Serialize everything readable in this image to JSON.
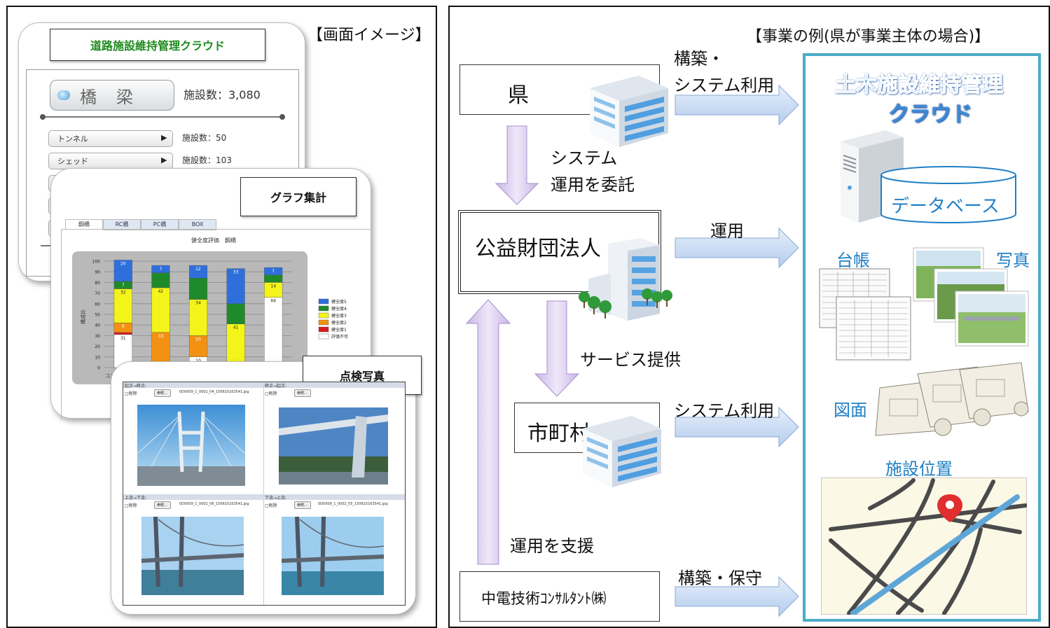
{
  "left_panel": {
    "caption": "【画面イメージ】",
    "app_title": "道路施設維持管理クラウド",
    "main_item": {
      "label": "橋　梁",
      "count": "施設数：3,080"
    },
    "sub_items": [
      {
        "label": "トンネル",
        "count": "施設数：50"
      },
      {
        "label": "シェッド",
        "count": "施設数：103"
      }
    ],
    "graph_card": {
      "label": "グラフ集計",
      "tabs": [
        "鋼橋",
        "RC橋",
        "PC橋",
        "BOX"
      ],
      "chart_title": "健全度評価　鋼橋",
      "ylabel": "構成比",
      "legend": [
        "健全度5",
        "健全度4",
        "健全度3",
        "健全度2",
        "健全度1",
        "評価不可"
      ],
      "xlabel_partial": "コン"
    },
    "photo_card": {
      "label": "点検写真",
      "rows": [
        [
          {
            "header": "起点→終点:",
            "delete": "□削除",
            "ref": "参照...",
            "file": "0D0009_1_0002_04_150615163541.jpg"
          },
          {
            "header": "終点→起点:",
            "delete": "□削除",
            "ref": "参照...",
            "file": ""
          }
        ],
        [
          {
            "header": "上流→下流:",
            "delete": "□削除",
            "ref": "参照...",
            "file": "0D0009_1_0002_06_150615163541.jpg"
          },
          {
            "header": "下流→上流:",
            "delete": "□削除",
            "ref": "参照...",
            "file": "0D0009_1_0002_05_150615163541.jpg"
          }
        ]
      ]
    }
  },
  "chart_data": {
    "type": "bar",
    "stacked": true,
    "title": "健全度評価　鋼橋",
    "ylabel": "構成比",
    "ylim": [
      0,
      100
    ],
    "yticks": [
      0,
      10,
      20,
      30,
      40,
      50,
      60,
      70,
      80,
      90,
      100
    ],
    "series_order_bottom_to_top": [
      "評価不可",
      "健全度1",
      "健全度2",
      "健全度3",
      "健全度4",
      "健全度5"
    ],
    "colors": {
      "健全度5": "#2f6fdc",
      "健全度4": "#1f8a2a",
      "健全度3": "#f4f41a",
      "健全度2": "#f39212",
      "健全度1": "#d81c1c",
      "評価不可": "#ffffff"
    },
    "bars": [
      {
        "segments": [
          31,
          2,
          9,
          32,
          7,
          20
        ],
        "labels": [
          "31",
          "",
          "9",
          "32",
          "7",
          "20"
        ]
      },
      {
        "segments": [
          0,
          0,
          33,
          42,
          14,
          7
        ],
        "labels": [
          "",
          "",
          "33",
          "42",
          "",
          "7"
        ]
      },
      {
        "segments": [
          10,
          0,
          20,
          34,
          20,
          12
        ],
        "labels": [
          "10",
          "",
          "20",
          "34",
          "",
          "12"
        ]
      },
      {
        "segments": [
          0,
          0,
          0,
          41,
          19,
          33
        ],
        "labels": [
          "",
          "",
          "",
          "41",
          "",
          "33"
        ]
      },
      {
        "segments": [
          66,
          0,
          0,
          14,
          7,
          7
        ],
        "labels": [
          "66",
          "",
          "",
          "14",
          "",
          "7"
        ]
      }
    ]
  },
  "right_panel": {
    "caption": "【事業の例(県が事業主体の場合)】",
    "entities": {
      "prefecture": "県",
      "foundation": "公益財団法人",
      "municipalities": "市町村",
      "consultant": "中電技術ｺﾝｻﾙﾀﾝﾄ㈱"
    },
    "arrows": {
      "build_use_line1": "構築・",
      "build_use_line2": "システム利用",
      "entrust_line1": "システム",
      "entrust_line2": "運用を委託",
      "operate": "運用",
      "service": "サービス提供",
      "system_use": "システム利用",
      "support": "運用を支援",
      "build_maintain": "構築・保守"
    },
    "cloud": {
      "title_line1": "土木施設維持管理",
      "title_line2": "クラウド",
      "database": "データベース",
      "ledger": "台帳",
      "photo": "写真",
      "drawing": "図面",
      "location": "施設位置"
    }
  },
  "colors": {
    "arrow_blue": "#c5d9f1",
    "arrow_purple": "#d8c8ec",
    "cloud_border": "#4bacc6",
    "cloud_text": "#1f7fc4"
  }
}
